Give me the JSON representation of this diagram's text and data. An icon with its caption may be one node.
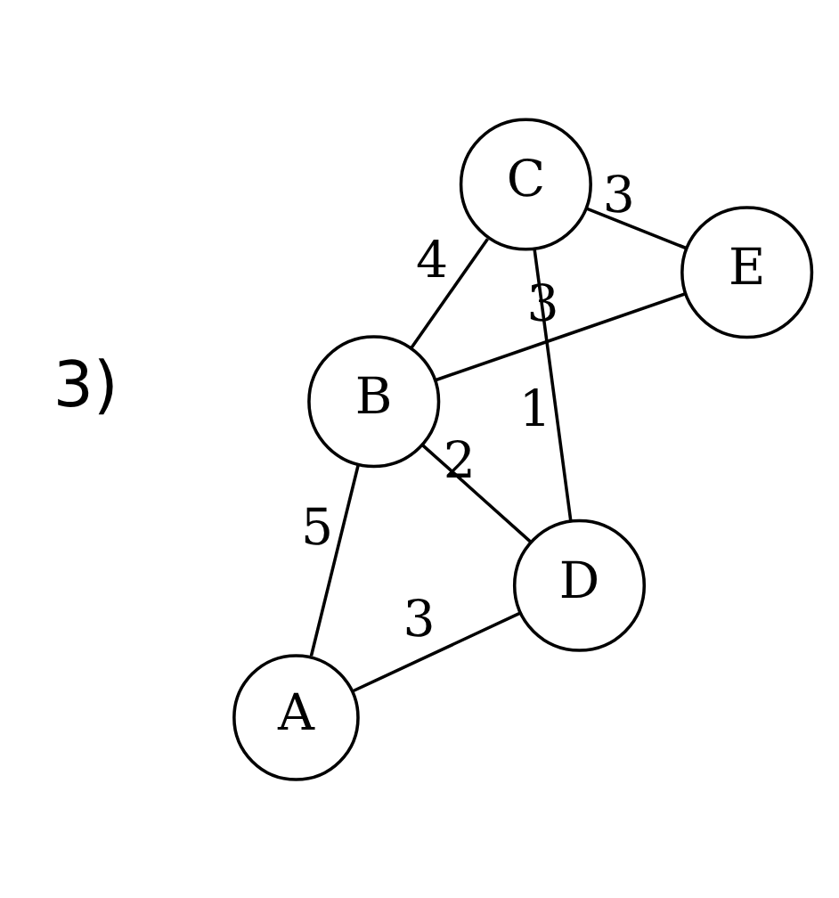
{
  "diagram": {
    "nodes": [
      {
        "text": [
          "B"
        ]
      },
      {
        "text": [
          "E"
        ]
      },
      {
        "text": [
          "A"
        ]
      },
      {
        "text": [
          "C"
        ]
      },
      {
        "text": [
          "D"
        ]
      }
    ],
    "edges": [
      {
        "from": 0,
        "to": 1,
        "arrow": "none",
        "label": "3"
      },
      {
        "from": 0,
        "to": 2,
        "arrow": "none",
        "label": "5"
      },
      {
        "from": 0,
        "to": 4,
        "arrow": "none",
        "label": "2"
      },
      {
        "from": 0,
        "to": 3,
        "arrow": "none",
        "label": "4"
      },
      {
        "from": 1,
        "to": 3,
        "arrow": "none",
        "label": "3"
      },
      {
        "from": 2,
        "to": 4,
        "arrow": "none",
        "label": "3"
      },
      {
        "from": 3,
        "to": 4,
        "arrow": "none",
        "label": "1"
      }
    ],
    "labels": [
      "3)"
    ]
  }
}
